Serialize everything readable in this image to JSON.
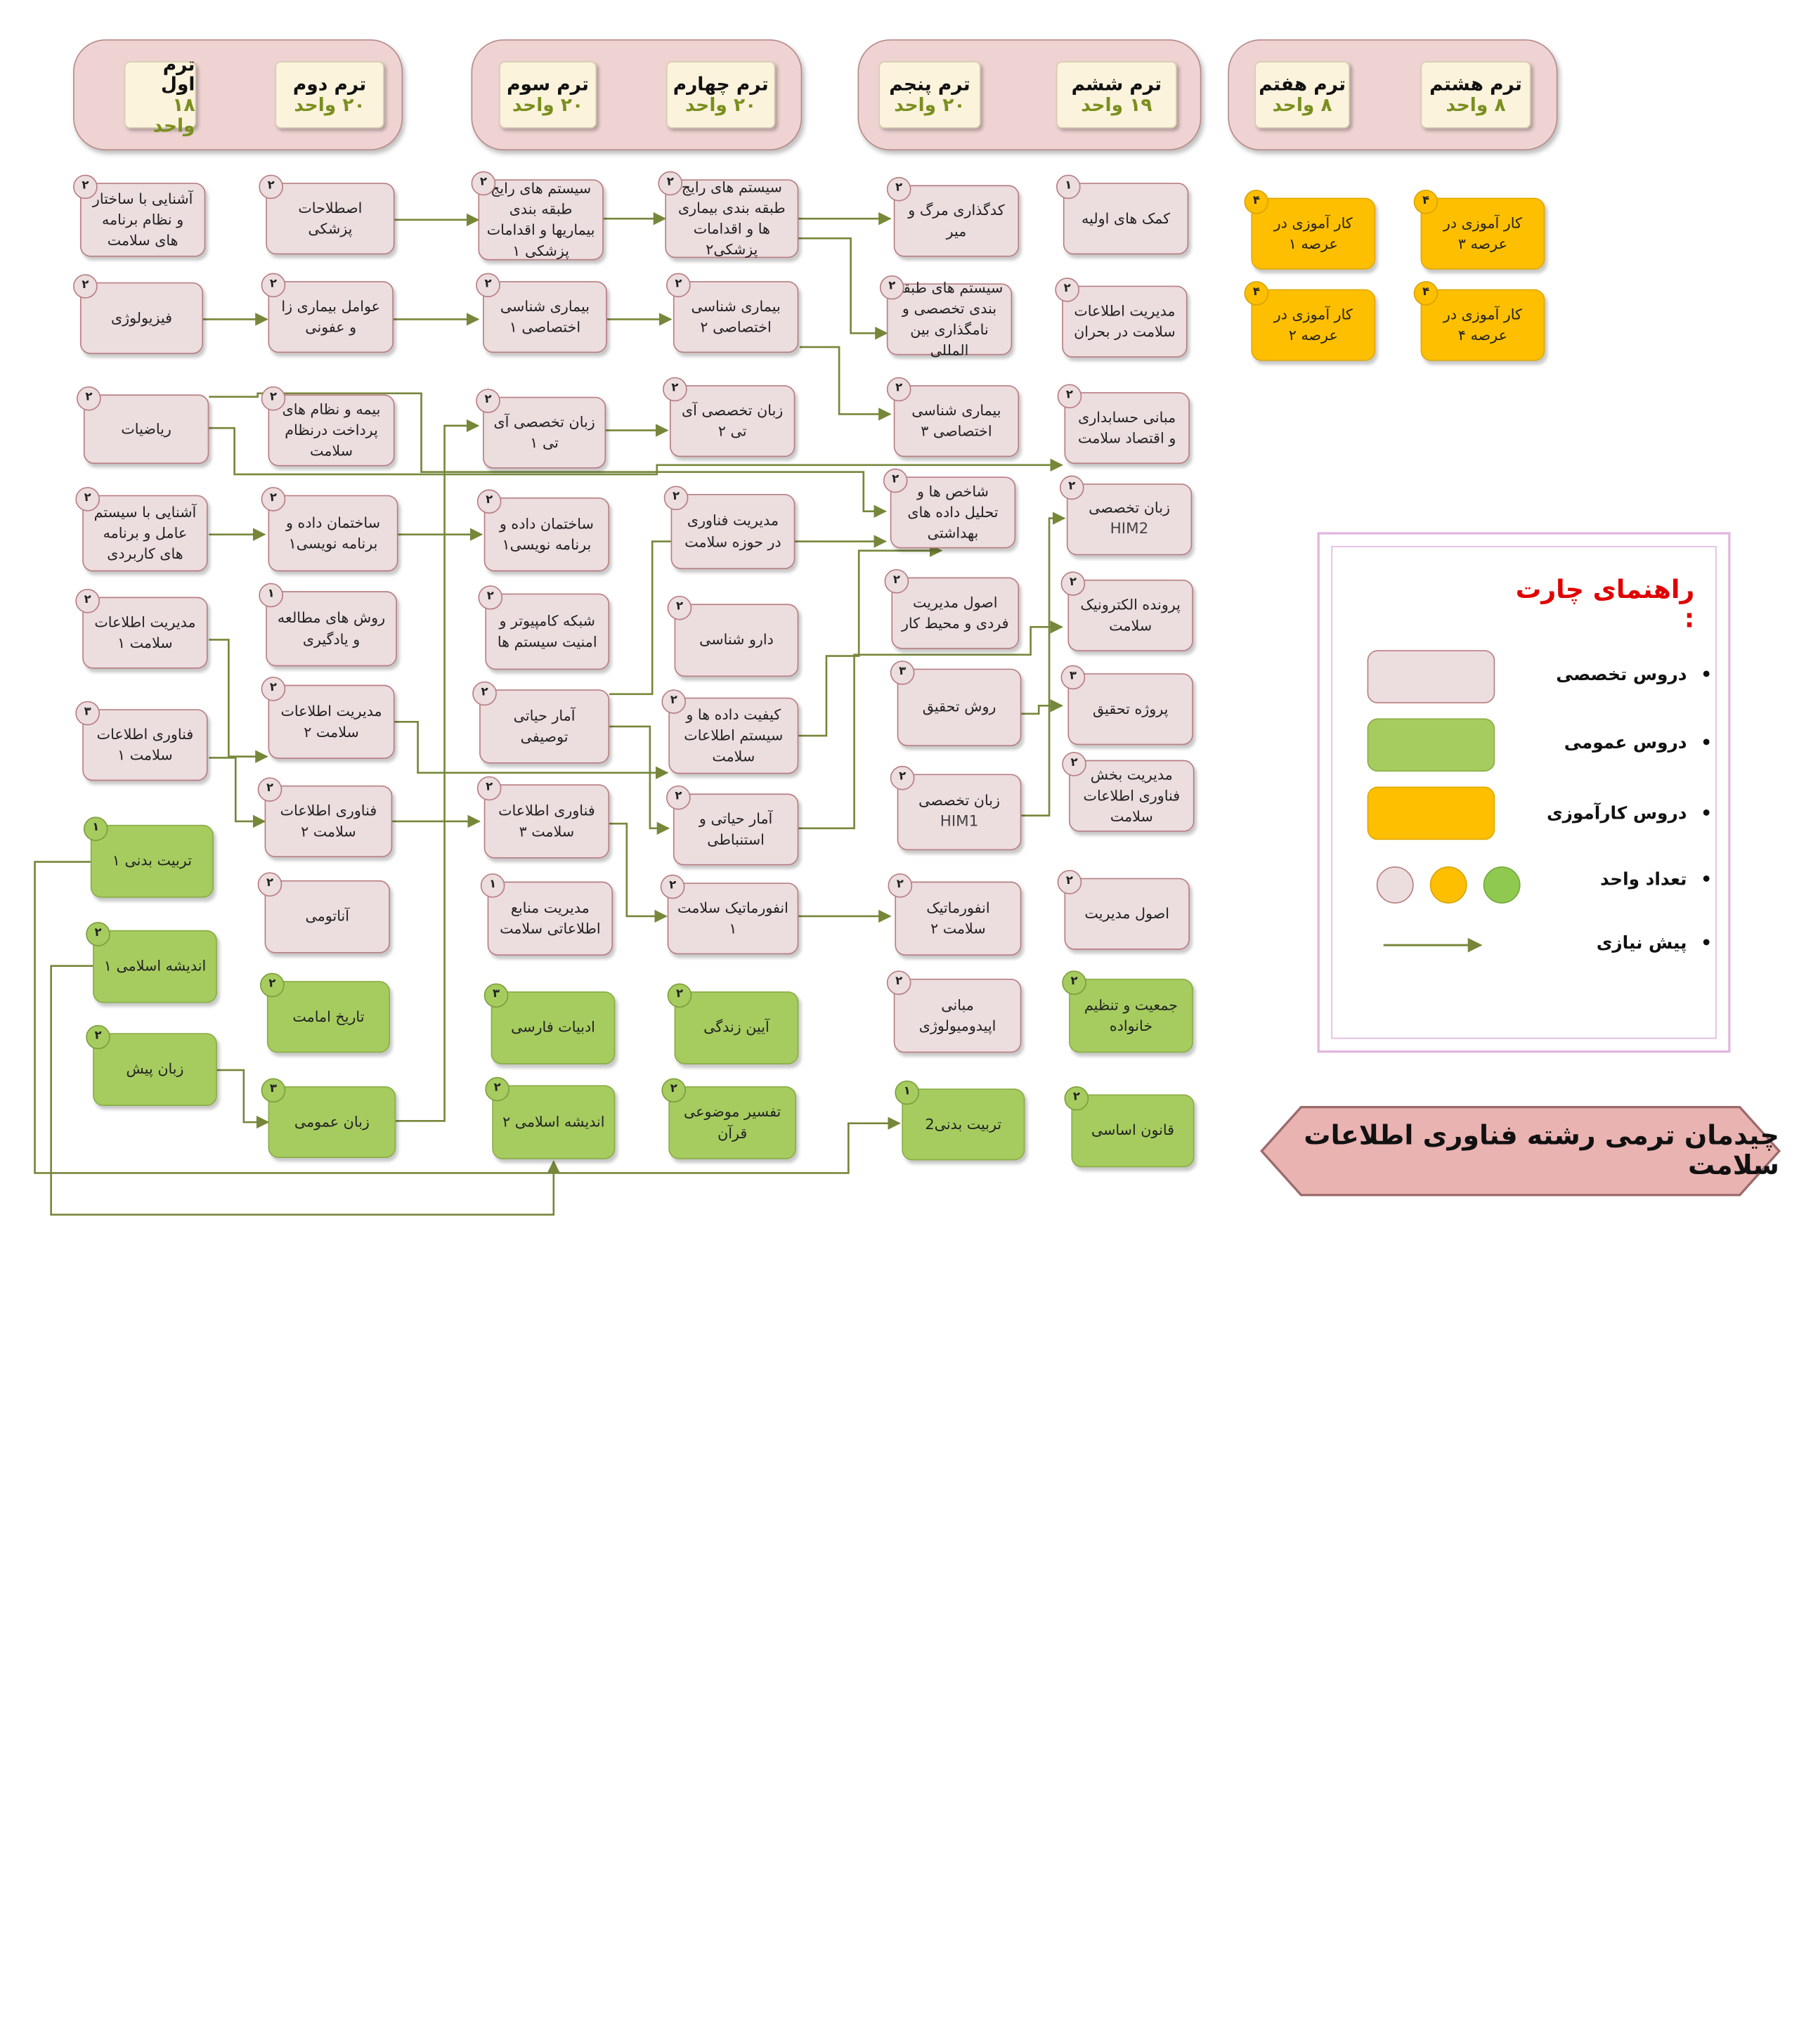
{
  "terms": [
    {
      "name": "ترم اول",
      "units": "۱۸ واحد"
    },
    {
      "name": "ترم دوم",
      "units": "۲۰ واحد"
    },
    {
      "name": "ترم سوم",
      "units": "۲۰ واحد"
    },
    {
      "name": "ترم چهارم",
      "units": "۲۰ واحد"
    },
    {
      "name": "ترم پنجم",
      "units": "۲۰ واحد"
    },
    {
      "name": "ترم ششم",
      "units": "۱۹ واحد"
    },
    {
      "name": "ترم هفتم",
      "units": "۸ واحد"
    },
    {
      "name": "ترم هشتم",
      "units": "۸ واحد"
    }
  ],
  "courses": {
    "c1": {
      "title": "آشنایی با ساختار و نظام برنامه های سلامت",
      "units": "۲"
    },
    "c2": {
      "title": "فیزیولوژی",
      "units": "۲"
    },
    "c3": {
      "title": "ریاضیات",
      "units": "۲"
    },
    "c4": {
      "title": "آشنایی با سیستم عامل و برنامه های کاربردی",
      "units": "۲"
    },
    "c5": {
      "title": "مدیریت اطلاعات سلامت ۱",
      "units": "۲"
    },
    "c6": {
      "title": "فناوری اطلاعات سلامت ۱",
      "units": "۳"
    },
    "c7": {
      "title": "تربیت بدنی ۱",
      "units": "۱"
    },
    "c8": {
      "title": "اندیشه اسلامی ۱",
      "units": "۲"
    },
    "c9": {
      "title": "زبان پیش",
      "units": "۲"
    },
    "c10": {
      "title": "اصطلاحات پزشکی",
      "units": "۲"
    },
    "c11": {
      "title": "عوامل بیماری زا و عفونی",
      "units": "۲"
    },
    "c12": {
      "title": "بیمه و نظام های پرداخت درنظام سلامت",
      "units": "۲"
    },
    "c13": {
      "title": "ساختمان داده و برنامه نویسی۱",
      "units": "۲"
    },
    "c14": {
      "title": "روش های مطالعه و یادگیری",
      "units": "۱"
    },
    "c15": {
      "title": "مدیریت اطلاعات سلامت ۲",
      "units": "۲"
    },
    "c16": {
      "title": "فناوری اطلاعات سلامت ۲",
      "units": "۲"
    },
    "c17": {
      "title": "آناتومی",
      "units": "۲"
    },
    "c18": {
      "title": "تاریخ امامت",
      "units": "۲"
    },
    "c19": {
      "title": "زبان عمومی",
      "units": "۳"
    },
    "c20": {
      "title": "سیستم های رایج طبقه بندی بیماریها و اقدامات پزشکی ۱",
      "units": "۲"
    },
    "c21": {
      "title": "بیماری شناسی اختصاصی ۱",
      "units": "۲"
    },
    "c22": {
      "title": "زبان تخصصی آی تی ۱",
      "units": "۲"
    },
    "c23": {
      "title": "ساختمان داده و برنامه نویسی۱",
      "units": "۲"
    },
    "c24": {
      "title": "شبکه کامپیوتر و امنیت سیستم ها",
      "units": "۲"
    },
    "c25": {
      "title": "آمار حیاتی توصیفی",
      "units": "۲"
    },
    "c26": {
      "title": "فناوری اطلاعات سلامت ۳",
      "units": "۲"
    },
    "c27": {
      "title": "مدیریت منابع اطلاعاتی سلامت",
      "units": "۱"
    },
    "c28": {
      "title": "ادبیات فارسی",
      "units": "۳"
    },
    "c29": {
      "title": "اندیشه اسلامی ۲",
      "units": "۲"
    },
    "c30": {
      "title": "سیستم های رایج طبقه بندی بیماری ها و اقدامات پزشکی۲",
      "units": "۲"
    },
    "c31": {
      "title": "بیماری شناسی اختصاصی ۲",
      "units": "۲"
    },
    "c32": {
      "title": "زبان تخصصی آی تی ۲",
      "units": "۲"
    },
    "c33": {
      "title": "مدیریت فناوری در حوزه سلامت",
      "units": "۲"
    },
    "c34": {
      "title": "دارو شناسی",
      "units": "۲"
    },
    "c35": {
      "title": "کیفیت داده ها و سیستم اطلاعات سلامت",
      "units": "۲"
    },
    "c36": {
      "title": "آمار حیاتی و استنباطی",
      "units": "۲"
    },
    "c37": {
      "title": "انفورماتیک سلامت ۱",
      "units": "۲"
    },
    "c38": {
      "title": "آیین زندگی",
      "units": "۲"
    },
    "c39": {
      "title": "تفسیر موضوعی قرآن",
      "units": "۲"
    },
    "c40": {
      "title": "کدگذاری مرگ و میر",
      "units": "۲"
    },
    "c41": {
      "title": "سیستم های طبقه بندی تخصصی و نامگذاری بین المللی",
      "units": "۲"
    },
    "c42": {
      "title": "بیماری شناسی اختصاصی ۳",
      "units": "۲"
    },
    "c43": {
      "title": "شاخص ها و تحلیل داده های بهداشتی",
      "units": "۲"
    },
    "c44": {
      "title": "اصول مدیریت فردی و محیط کار",
      "units": "۲"
    },
    "c45": {
      "title": "روش تحقیق",
      "units": "۳"
    },
    "c46": {
      "title": "زبان تخصصی",
      "latin": "HIM1",
      "units": "۲"
    },
    "c47": {
      "title": "انفورماتیک سلامت ۲",
      "units": "۲"
    },
    "c48": {
      "title": "مبانی اپیدومیولوژی",
      "units": "۲"
    },
    "c49": {
      "title": "تربیت بدنی2",
      "units": "۱"
    },
    "c50": {
      "title": "کمک های اولیه",
      "units": "۱"
    },
    "c51": {
      "title": "مدیریت اطلاعات سلامت در بحران",
      "units": "۲"
    },
    "c52": {
      "title": "مبانی حسابداری و اقتصاد سلامت",
      "units": "۲"
    },
    "c53": {
      "title": "زبان تخصصی",
      "latin": "HIM2",
      "units": "۲"
    },
    "c54": {
      "title": "پرونده الکترونیک سلامت",
      "units": "۲"
    },
    "c55": {
      "title": "پروژه تحقیق",
      "units": "۳"
    },
    "c56": {
      "title": "مدیریت بخش فناوری اطلاعات سلامت",
      "units": "۲"
    },
    "c57": {
      "title": "اصول مدیریت",
      "units": "۲"
    },
    "c58": {
      "title": "جمعیت و تنظیم خانواده",
      "units": "۲"
    },
    "c59": {
      "title": "قانون اساسی",
      "units": "۲"
    },
    "c60": {
      "title": "کار آموزی در عرصه ۱",
      "units": "۴"
    },
    "c61": {
      "title": "کار آموزی در عرصه ۳",
      "units": "۴"
    },
    "c62": {
      "title": "کار آموزی در عرصه ۲",
      "units": "۴"
    },
    "c63": {
      "title": "کار آموزی در عرصه ۴",
      "units": "۴"
    }
  },
  "legend": {
    "title": "راهنمای چارت :",
    "items": [
      "دروس تخصصی",
      "دروس عمومی",
      "دروس کارآموزی",
      "تعداد واحد",
      "پیش نیازی"
    ]
  },
  "chart_title": "چیدمان ترمی رشته فناوری اطلاعات سلامت",
  "colors": {
    "specialized": "#ecdddf",
    "general": "#a6cc5f",
    "internship": "#fdbf00",
    "arrow": "#76873a",
    "term_panel": "#eed3d2",
    "banner": "#e9b3b2"
  }
}
